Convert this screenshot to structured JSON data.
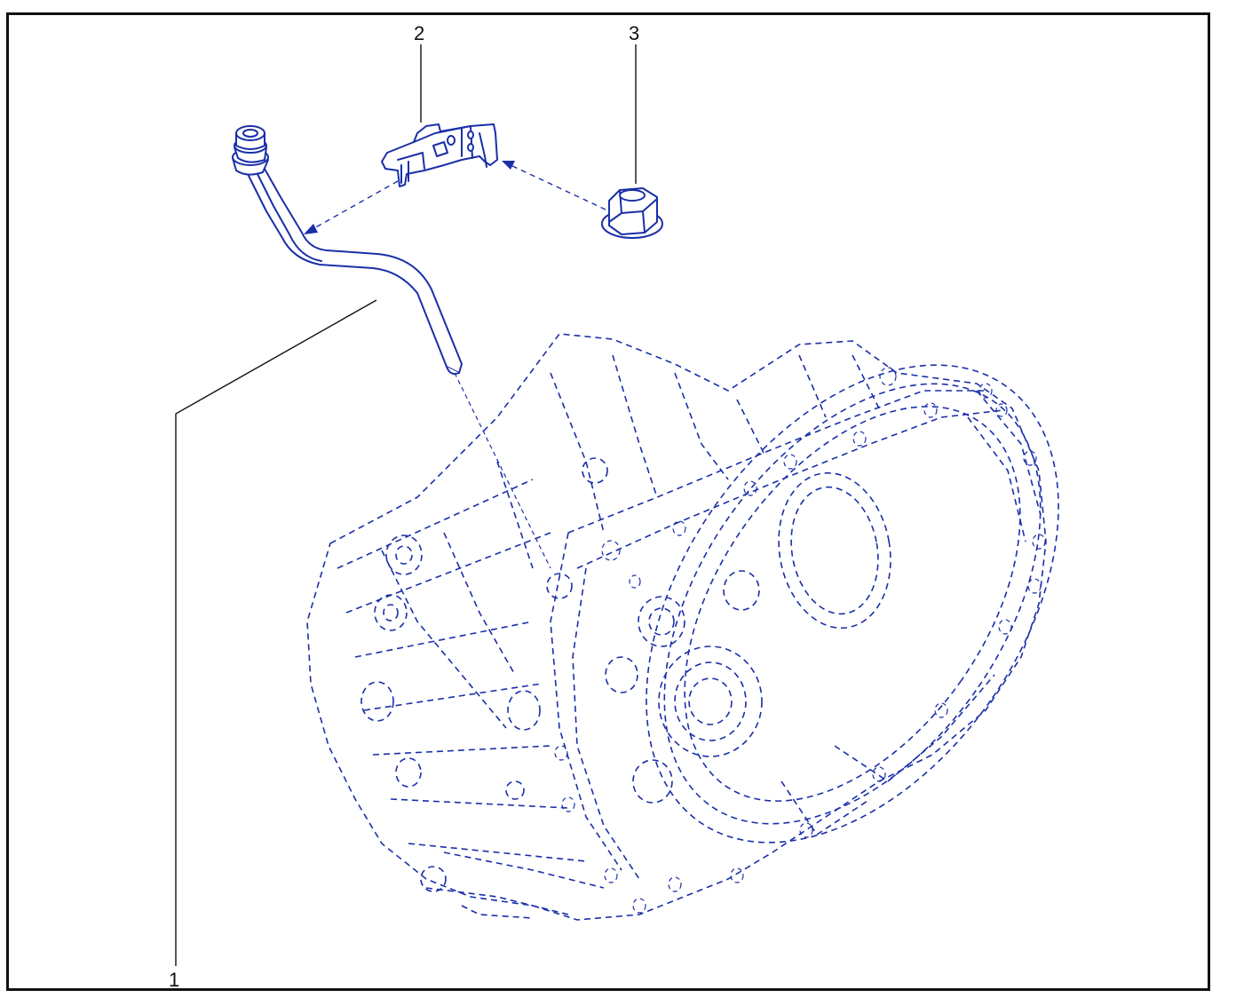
{
  "diagram": {
    "callouts": [
      {
        "id": "1",
        "label": "1"
      },
      {
        "id": "2",
        "label": "2"
      },
      {
        "id": "3",
        "label": "3"
      }
    ],
    "colors": {
      "line": "#1a2fa8",
      "frame": "#111111",
      "background": "#ffffff"
    }
  }
}
